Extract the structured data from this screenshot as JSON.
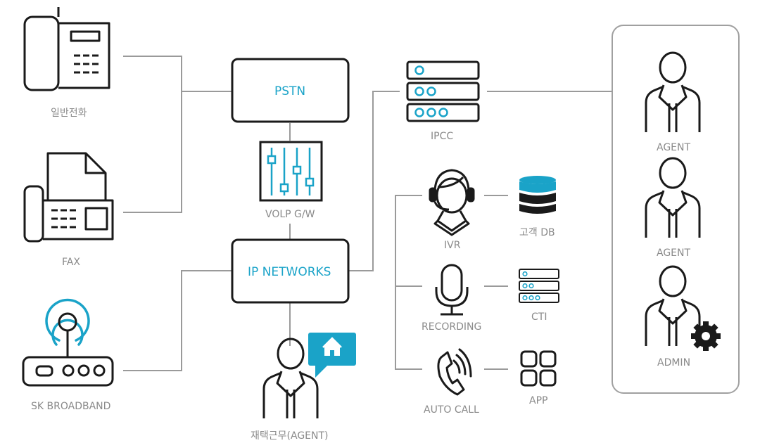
{
  "colors": {
    "stroke": "#1a1a1a",
    "accent": "#1aa3c8",
    "line": "#9a9a9a",
    "label": "#8a8a8a",
    "agent_panel_border": "#a0a0a0"
  },
  "nodes": {
    "phone": {
      "label": "일반전화",
      "icon": "desk-phone-icon"
    },
    "fax": {
      "label": "FAX",
      "icon": "fax-machine-icon"
    },
    "router": {
      "label": "SK BROADBAND",
      "icon": "wifi-router-icon"
    },
    "pstn": {
      "label": "PSTN"
    },
    "voip": {
      "label": "VOLP G/W",
      "icon": "mixer-sliders-icon"
    },
    "ipnet": {
      "label": "IP NETWORKS"
    },
    "home_agent": {
      "label": "재택근무(AGENT)",
      "icon": "person-icon",
      "badge_icon": "home-icon"
    },
    "ipcc": {
      "label": "IPCC",
      "icon": "server-stack-icon"
    },
    "ivr": {
      "label": "IVR",
      "icon": "headset-operator-icon"
    },
    "db": {
      "label": "고객 DB",
      "icon": "database-icon"
    },
    "recording": {
      "label": "RECORDING",
      "icon": "microphone-icon"
    },
    "cti": {
      "label": "CTI",
      "icon": "server-stack-icon"
    },
    "autocall": {
      "label": "AUTO CALL",
      "icon": "ringing-phone-icon"
    },
    "app": {
      "label": "APP",
      "icon": "app-grid-icon"
    },
    "agent1": {
      "label": "AGENT",
      "icon": "person-icon"
    },
    "agent2": {
      "label": "AGENT",
      "icon": "person-icon"
    },
    "admin": {
      "label": "ADMIN",
      "icon": "person-icon",
      "badge_icon": "gear-icon"
    }
  }
}
